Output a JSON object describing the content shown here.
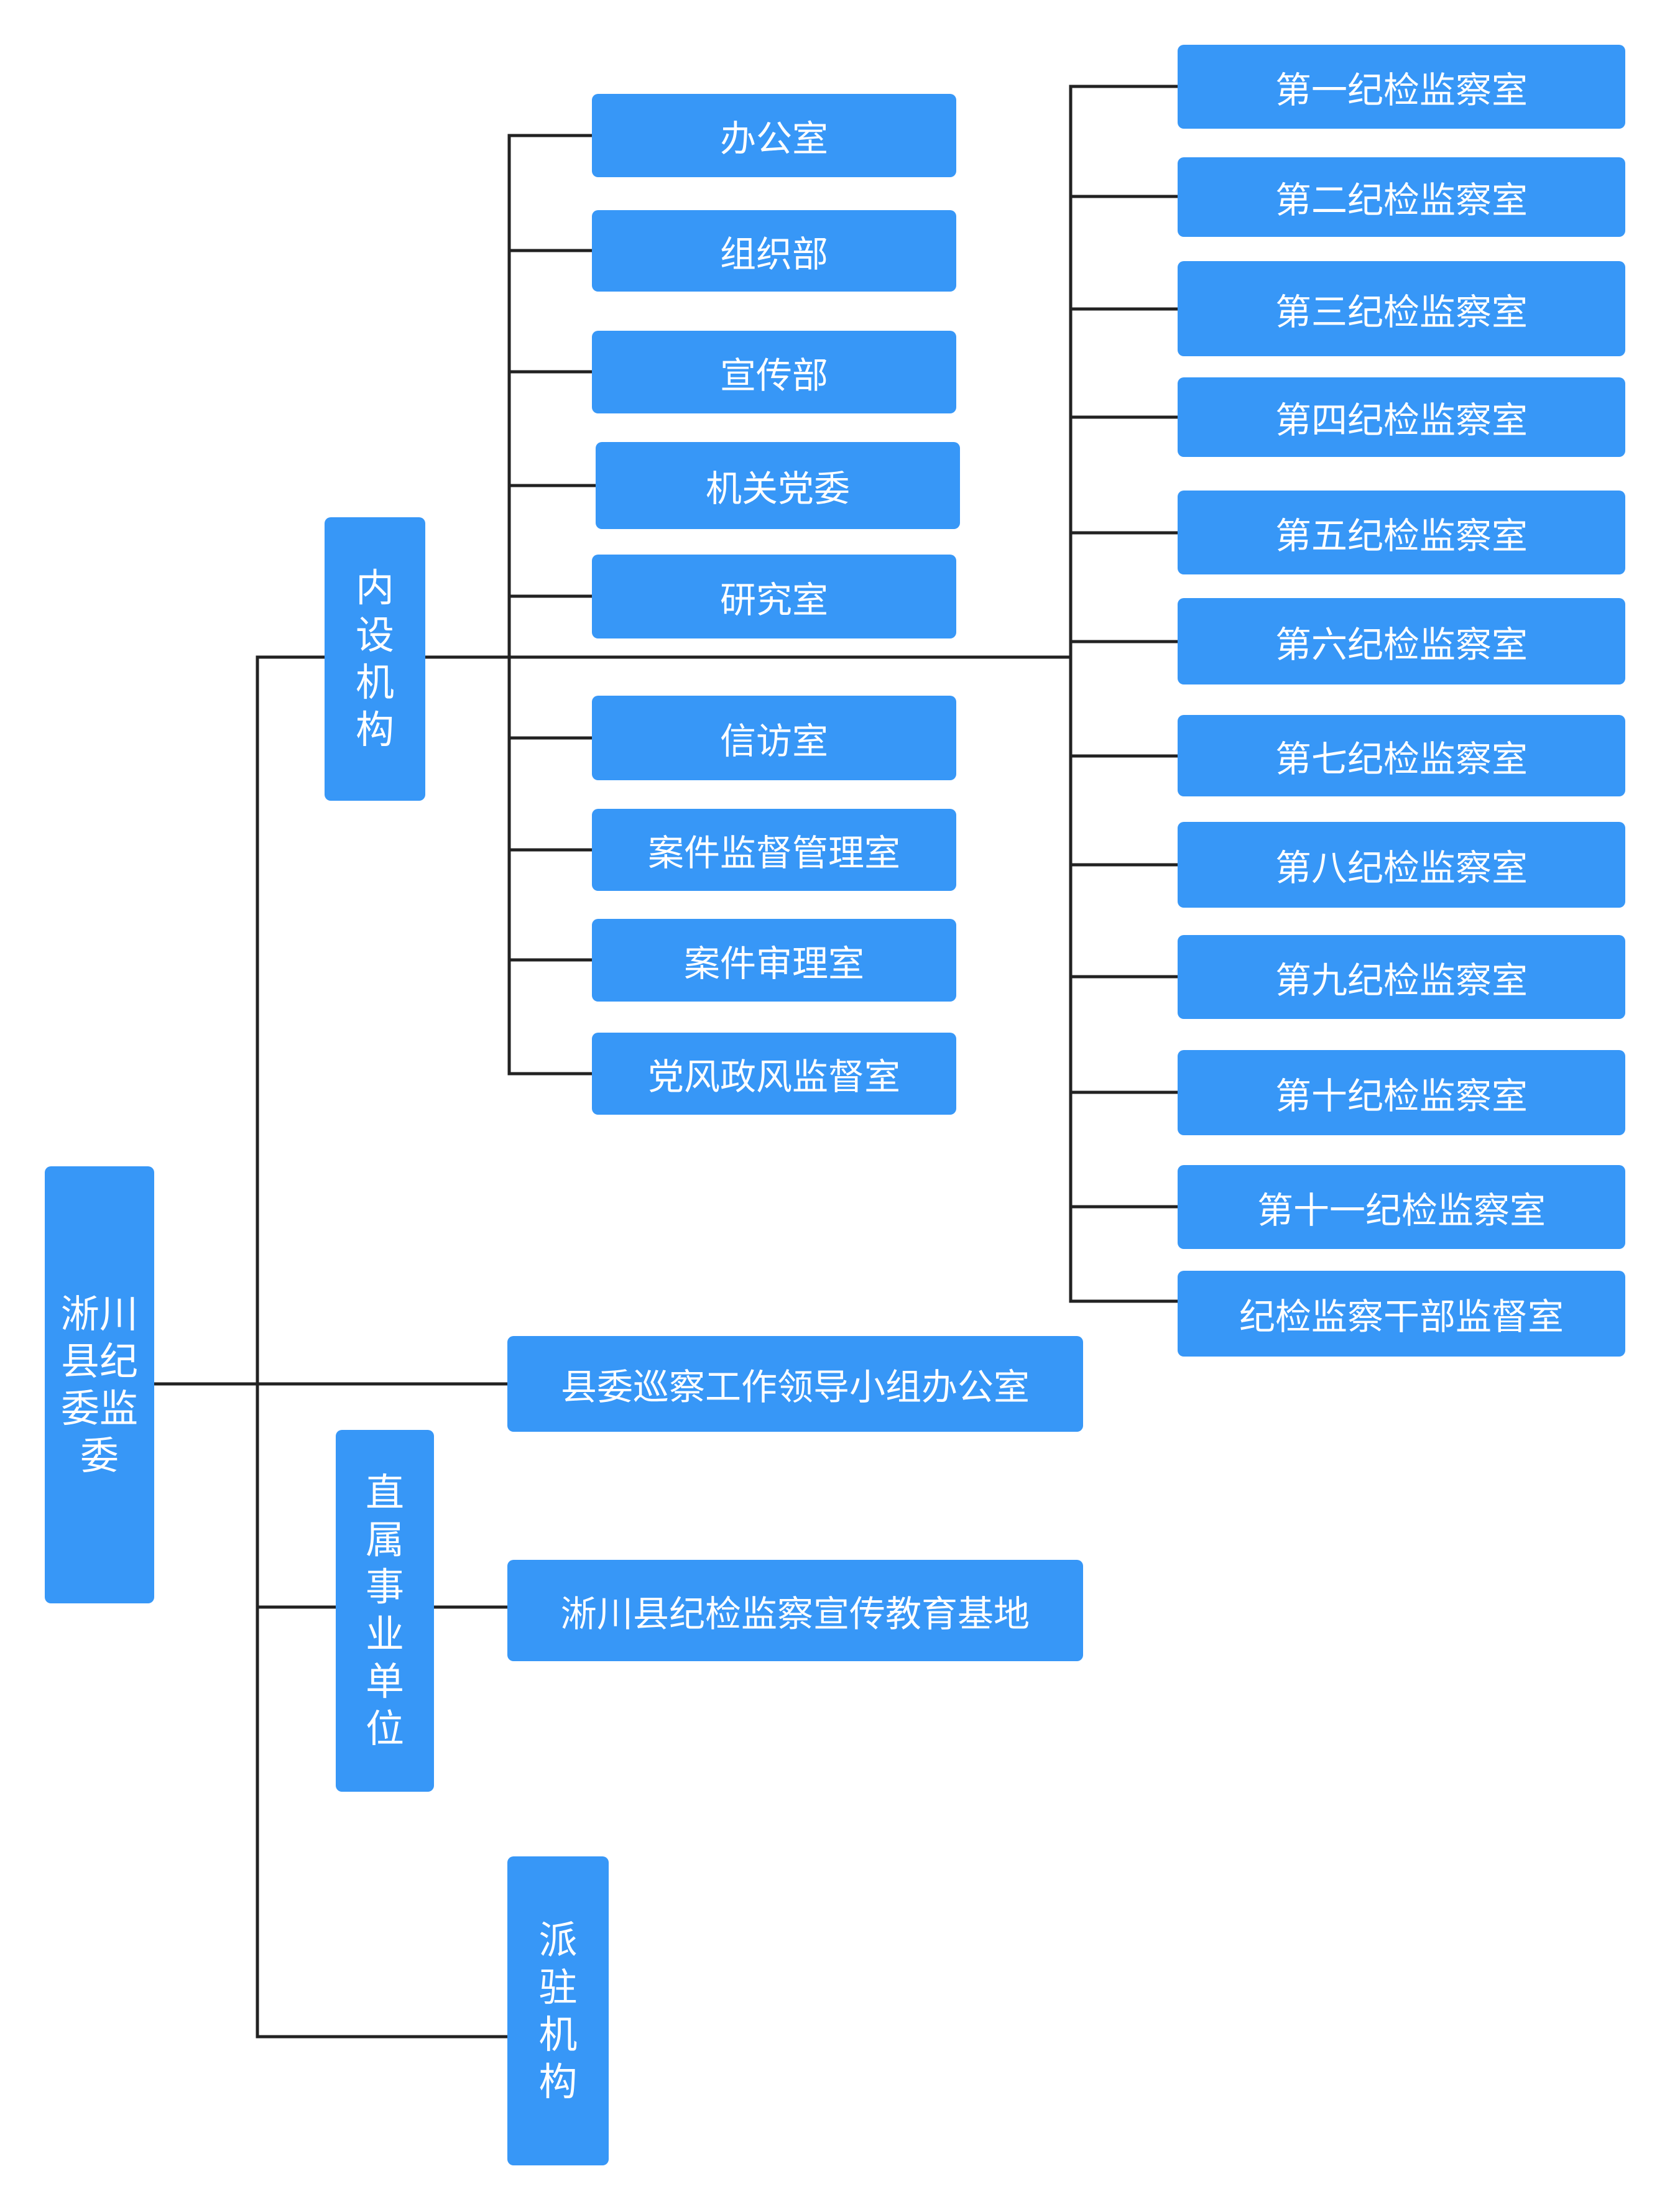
{
  "root": {
    "label": "淅川县纪委监委"
  },
  "branches": [
    {
      "label": "内设机构",
      "children": [
        "办公室",
        "组织部",
        "宣传部",
        "机关党委",
        "研究室",
        "信访室",
        "案件监督管理室",
        "案件审理室",
        "党风政风监督室"
      ],
      "discipline_rooms": [
        "第一纪检监察室",
        "第二纪检监察室",
        "第三纪检监察室",
        "第四纪检监察室",
        "第五纪检监察室",
        "第六纪检监察室",
        "第七纪检监察室",
        "第八纪检监察室",
        "第九纪检监察室",
        "第十纪检监察室",
        "第十一纪检监察室",
        "纪检监察干部监督室"
      ]
    },
    {
      "label": "县委巡察工作领导小组办公室"
    },
    {
      "label": "直属事业单位",
      "children": [
        "淅川县纪检监察宣传教育基地"
      ]
    },
    {
      "label": "派驻机构"
    }
  ]
}
